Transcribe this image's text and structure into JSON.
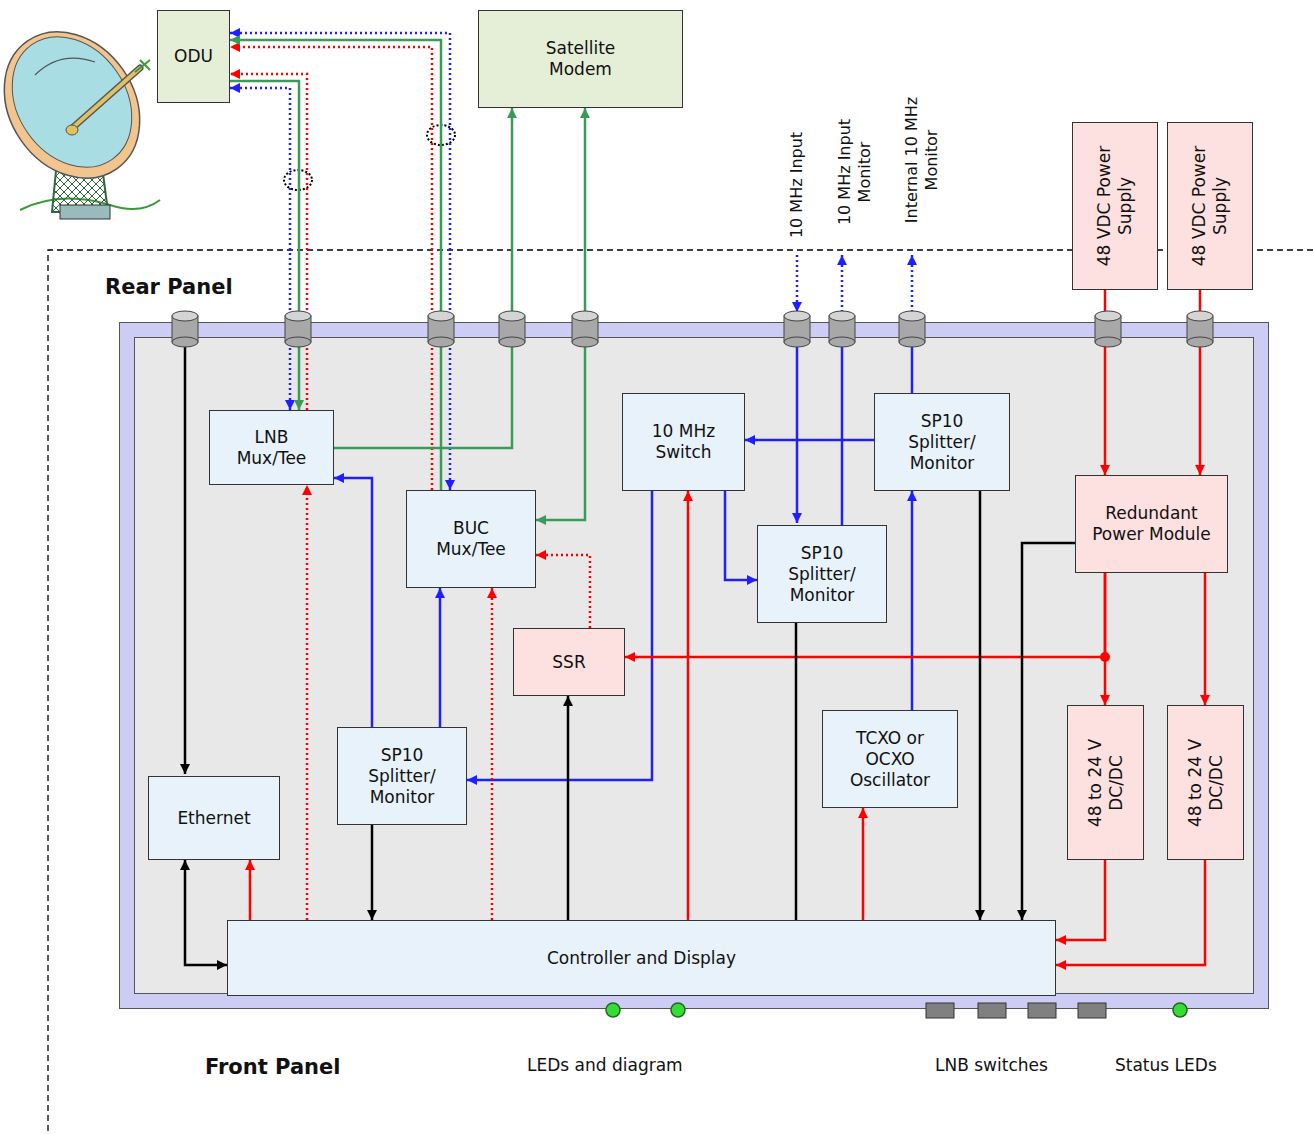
{
  "diagram": {
    "nodes": [
      {
        "text": [
          "ODU"
        ]
      },
      {
        "text": [
          "Satellite Modem"
        ]
      },
      {
        "text": [
          "48 VDC Power Supply"
        ]
      },
      {
        "text": [
          "48 VDC Power Supply"
        ]
      },
      {
        "text": [
          "Rear Panel",
          "Front Panel"
        ]
      },
      {
        "text": [
          "LNB Mux/Tee"
        ],
        "in": 4
      },
      {
        "text": [
          "BUC Mux/Tee"
        ],
        "in": 4
      },
      {
        "text": [
          "10 MHz Switch"
        ],
        "in": 4
      },
      {
        "text": [
          "SP10 Splitter/ Monitor"
        ],
        "in": 4
      },
      {
        "text": [
          "SP10 Splitter/ Monitor"
        ],
        "in": 4
      },
      {
        "text": [
          "Redundant Power Module"
        ],
        "in": 4
      },
      {
        "text": [
          "SSR"
        ],
        "in": 4
      },
      {
        "text": [
          "TCXO or OCXO Oscillator"
        ],
        "in": 4
      },
      {
        "text": [
          "SP10 Splitter/ Monitor"
        ],
        "in": 4
      },
      {
        "text": [
          "Ethernet"
        ],
        "in": 4
      },
      {
        "text": [
          "48 to 24 V DC/DC"
        ],
        "in": 4
      },
      {
        "text": [
          "48 to 24 V DC/DC"
        ],
        "in": 4
      },
      {
        "text": [
          "Controller and Display"
        ],
        "in": 4
      }
    ],
    "edges": [
      {
        "from": 5,
        "to": 0,
        "arrow": "to"
      },
      {
        "from": 5,
        "to": 0,
        "arrow": "both"
      },
      {
        "from": 0,
        "to": 5,
        "arrow": "to"
      },
      {
        "from": 6,
        "to": 0,
        "arrow": "to"
      },
      {
        "from": 6,
        "to": 0,
        "arrow": "both"
      },
      {
        "from": 6,
        "to": 0,
        "arrow": "to"
      },
      {
        "from": 5,
        "to": 1,
        "arrow": "to"
      },
      {
        "from": 1,
        "to": 6,
        "arrow": "both"
      },
      {
        "from": 8,
        "to": 7,
        "arrow": "to"
      },
      {
        "from": 7,
        "to": 9,
        "arrow": "to"
      },
      {
        "from": 7,
        "to": 13,
        "arrow": "to"
      },
      {
        "from": 13,
        "to": 5,
        "arrow": "to"
      },
      {
        "from": 13,
        "to": 6,
        "arrow": "to"
      },
      {
        "from": 12,
        "to": 8,
        "arrow": "to"
      },
      {
        "from": 2,
        "to": 10,
        "arrow": "to"
      },
      {
        "from": 3,
        "to": 10,
        "arrow": "to"
      },
      {
        "from": 10,
        "to": 15,
        "arrow": "to"
      },
      {
        "from": 10,
        "to": 11,
        "arrow": "to"
      },
      {
        "from": 10,
        "to": 16,
        "arrow": "to"
      },
      {
        "from": 10,
        "to": 17,
        "arrow": "to"
      },
      {
        "from": 15,
        "to": 17,
        "arrow": "to"
      },
      {
        "from": 16,
        "to": 17,
        "arrow": "to"
      },
      {
        "from": 17,
        "to": 11,
        "arrow": "to"
      },
      {
        "from": 11,
        "to": 6,
        "arrow": "to"
      },
      {
        "from": 17,
        "to": 6,
        "arrow": "to"
      },
      {
        "from": 17,
        "to": 5,
        "arrow": "to"
      },
      {
        "from": 17,
        "to": 7,
        "arrow": "to"
      },
      {
        "from": 17,
        "to": 12,
        "arrow": "to"
      },
      {
        "from": 17,
        "to": 14,
        "arrow": "to"
      },
      {
        "from": 14,
        "to": 17,
        "arrow": "both"
      },
      {
        "from": 13,
        "to": 17,
        "arrow": "to"
      },
      {
        "from": 9,
        "to": 17,
        "arrow": "none"
      },
      {
        "from": 8,
        "to": 17,
        "arrow": "to"
      }
    ],
    "labels": [
      "10 MHz Input",
      "10 MHz Input Monitor",
      "Internal 10 MHz Monitor",
      "LEDs and diagram",
      "LNB switches",
      "Status LEDs"
    ]
  }
}
